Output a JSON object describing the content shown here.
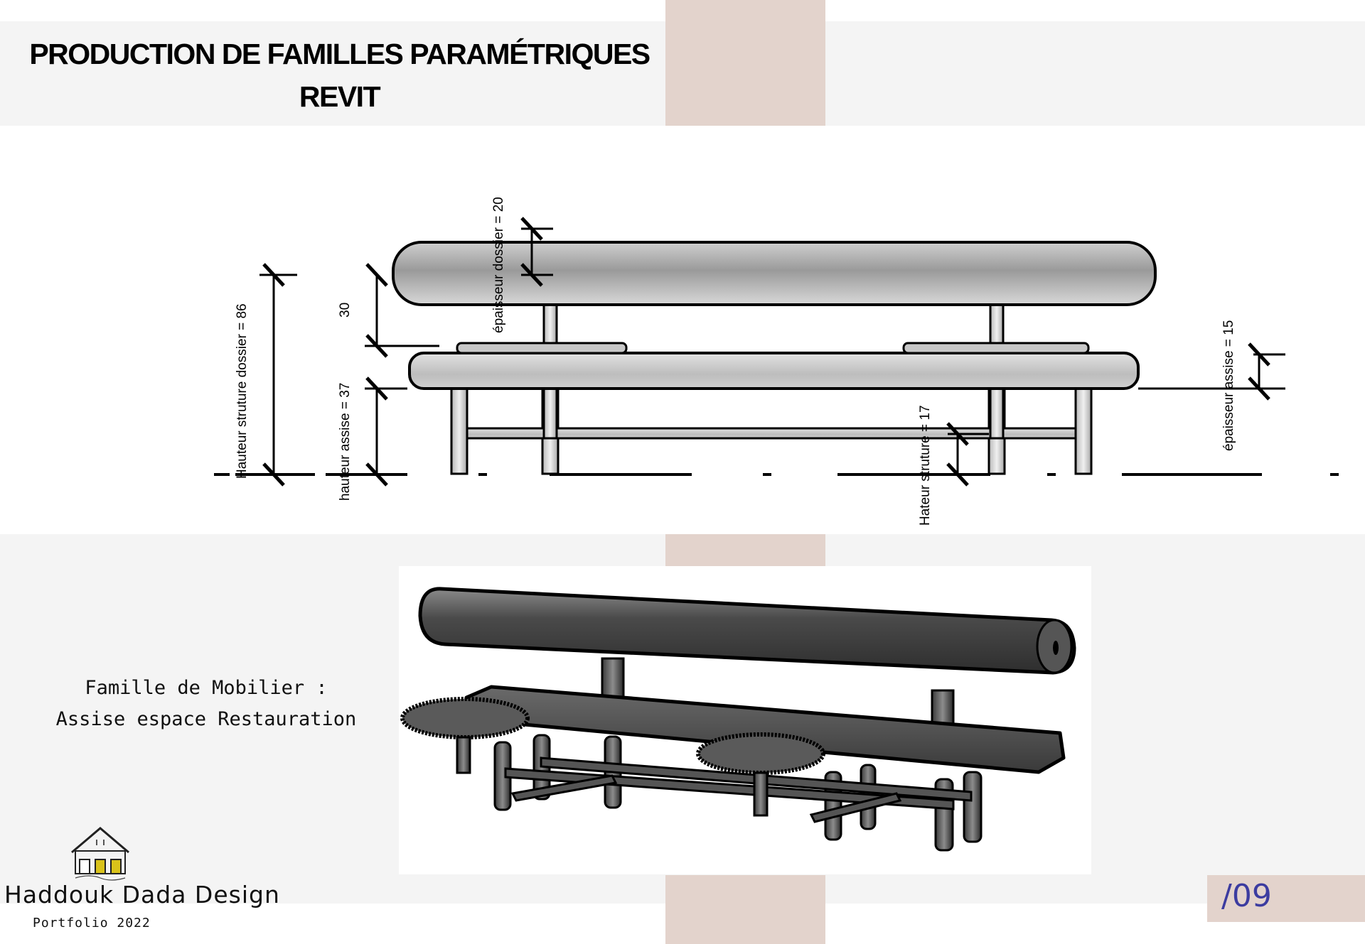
{
  "title": {
    "line1": "PRODUCTION DE FAMILLES PARAMÉTRIQUES",
    "line2": "REVIT"
  },
  "elevation_dimensions": {
    "hauteur_structure_dossier": "Hauteur struture dossier = 86",
    "hauteur_assise": "hauteur assise = 37",
    "dossier_offset": "30",
    "epaisseur_dossier": "épaisseur dossier = 20",
    "hauteur_structure": "Hateur struture = 17",
    "epaisseur_assise": "épaisseur assise = 15"
  },
  "caption": {
    "line1": "Famille de Mobilier :",
    "line2": "Assise espace Restauration"
  },
  "brand": {
    "name": "Haddouk Dada Design",
    "subtitle": "Portfolio  2022"
  },
  "page_number": "/09",
  "colors": {
    "band": "#f4f4f4",
    "beige": "#e3d3cc",
    "page_number": "#3c3ca0"
  }
}
